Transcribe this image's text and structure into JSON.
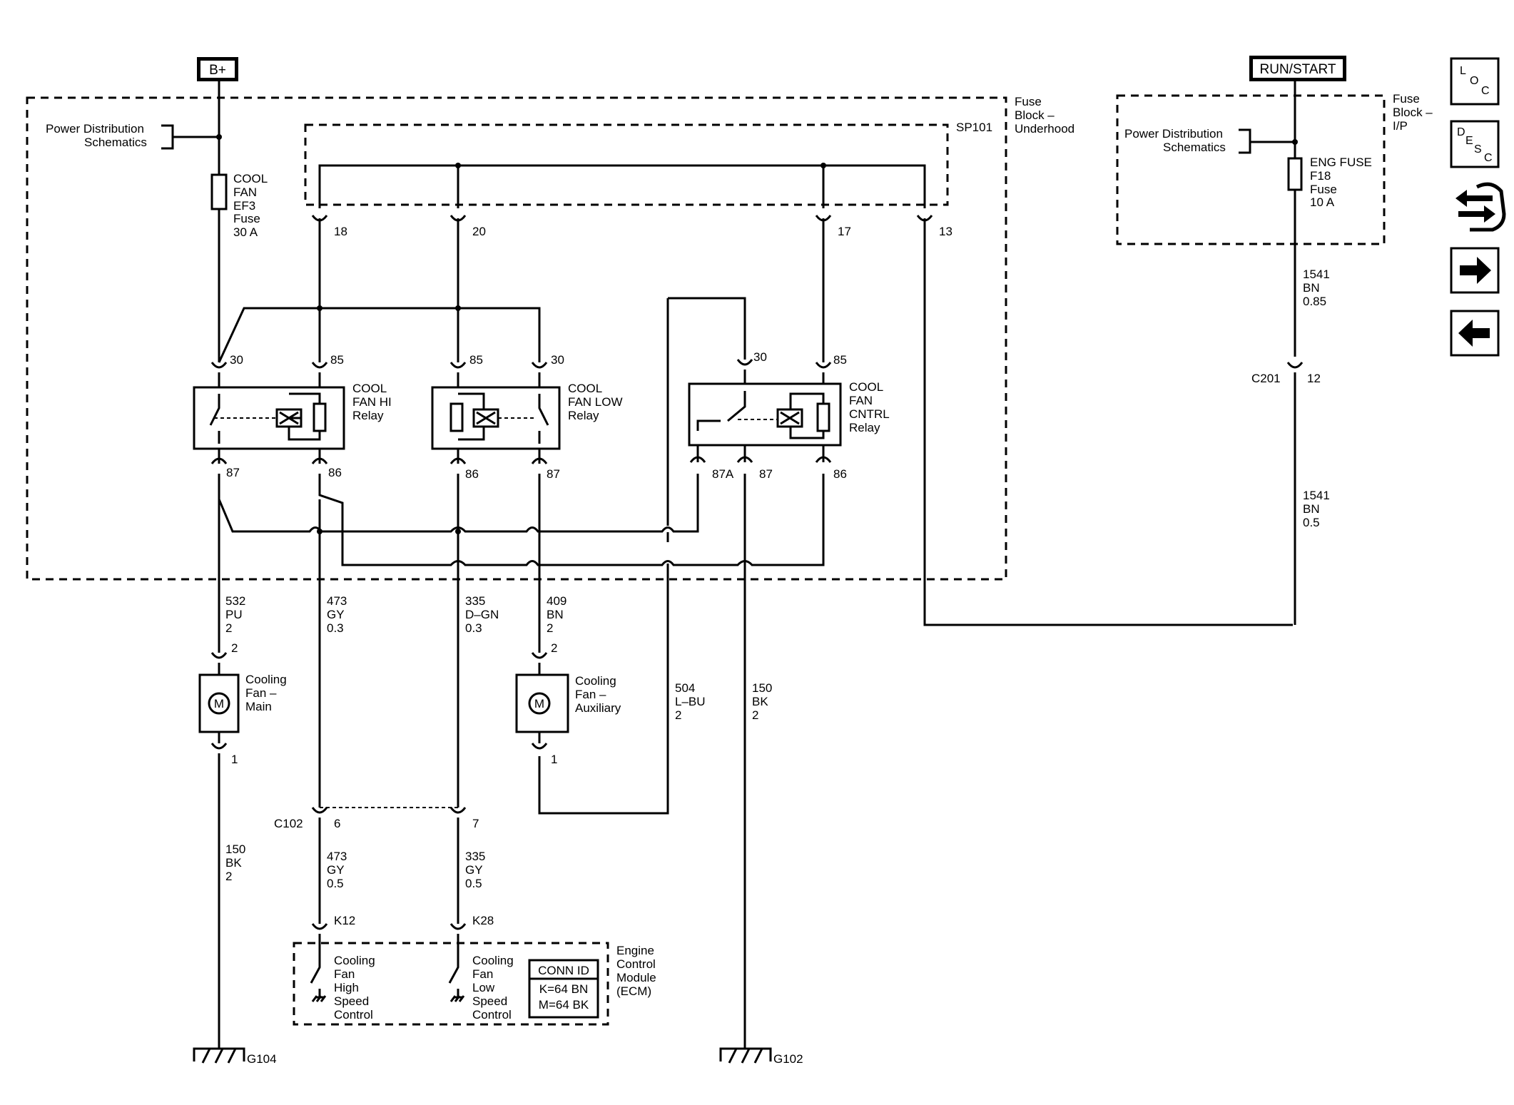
{
  "sources": {
    "b_plus": "B+",
    "run_start": "RUN/START"
  },
  "fuse_block_underhood": {
    "title_line1": "Fuse",
    "title_line2": "Block –",
    "title_line3": "Underhood",
    "pds_line1": "Power Distribution",
    "pds_line2": "Schematics",
    "splice": "SP101",
    "fuse": {
      "line1": "COOL",
      "line2": "FAN",
      "line3": "EF3",
      "line4": "Fuse",
      "line5": "30 A"
    },
    "pins": {
      "p18": "18",
      "p20": "20",
      "p17": "17",
      "p13": "13"
    }
  },
  "fuse_block_ip": {
    "title_line1": "Fuse",
    "title_line2": "Block –",
    "title_line3": "I/P",
    "pds_line1": "Power Distribution",
    "pds_line2": "Schematics",
    "fuse": {
      "line1": "ENG FUSE",
      "line2": "F18",
      "line3": "Fuse",
      "line4": "10 A"
    }
  },
  "relays": {
    "hi": {
      "line1": "COOL",
      "line2": "FAN HI",
      "line3": "Relay",
      "pin_a": "30",
      "pin_b": "85",
      "pin_c": "87",
      "pin_d": "86"
    },
    "low": {
      "line1": "COOL",
      "line2": "FAN LOW",
      "line3": "Relay",
      "pin_a": "85",
      "pin_b": "30",
      "pin_c": "86",
      "pin_d": "87"
    },
    "cntrl": {
      "line1": "COOL",
      "line2": "FAN",
      "line3": "CNTRL",
      "line4": "Relay",
      "pin_a": "30",
      "pin_b": "85",
      "pin_c": "87A",
      "pin_d": "87",
      "pin_e": "86"
    }
  },
  "wires": {
    "w532": {
      "circuit": "532",
      "color": "PU",
      "gauge": "2"
    },
    "w473a": {
      "circuit": "473",
      "color": "GY",
      "gauge": "0.3"
    },
    "w335a": {
      "circuit": "335",
      "color": "D–GN",
      "gauge": "0.3"
    },
    "w409": {
      "circuit": "409",
      "color": "BN",
      "gauge": "2"
    },
    "w504": {
      "circuit": "504",
      "color": "L–BU",
      "gauge": "2"
    },
    "w150b": {
      "circuit": "150",
      "color": "BK",
      "gauge": "2"
    },
    "w150a": {
      "circuit": "150",
      "color": "BK",
      "gauge": "2"
    },
    "w473b": {
      "circuit": "473",
      "color": "GY",
      "gauge": "0.5"
    },
    "w335b": {
      "circuit": "335",
      "color": "GY",
      "gauge": "0.5"
    },
    "w1541a": {
      "circuit": "1541",
      "color": "BN",
      "gauge": "0.85"
    },
    "w1541b": {
      "circuit": "1541",
      "color": "BN",
      "gauge": "0.5"
    }
  },
  "motors": {
    "main": {
      "symbol": "M",
      "line1": "Cooling",
      "line2": "Fan –",
      "line3": "Main",
      "pin_top": "2",
      "pin_bottom": "1"
    },
    "aux": {
      "symbol": "M",
      "line1": "Cooling",
      "line2": "Fan –",
      "line3": "Auxiliary",
      "pin_top": "2",
      "pin_bottom": "1"
    }
  },
  "connectors": {
    "c102": {
      "name": "C102",
      "pin_a": "6",
      "pin_b": "7"
    },
    "c201": {
      "name": "C201",
      "pin": "12"
    }
  },
  "ecm": {
    "title_line1": "Engine",
    "title_line2": "Control",
    "title_line3": "Module",
    "title_line4": "(ECM)",
    "pin_k12": "K12",
    "pin_k28": "K28",
    "high": {
      "line1": "Cooling",
      "line2": "Fan",
      "line3": "High",
      "line4": "Speed",
      "line5": "Control"
    },
    "low": {
      "line1": "Cooling",
      "line2": "Fan",
      "line3": "Low",
      "line4": "Speed",
      "line5": "Control"
    },
    "conn_id": {
      "title": "CONN ID",
      "row1": "K=64 BN",
      "row2": "M=64 BK"
    }
  },
  "grounds": {
    "g104": "G104",
    "g102": "G102"
  },
  "nav": {
    "loc": {
      "l1": "L",
      "l2": "O",
      "l3": "C",
      "icon": "loc-icon"
    },
    "desc": {
      "l1": "D",
      "l2": "E",
      "l3": "S",
      "l4": "C",
      "icon": "desc-icon"
    },
    "hand_icon": "hand-arrows-icon",
    "next_icon": "arrow-right-icon",
    "prev_icon": "arrow-left-icon"
  }
}
